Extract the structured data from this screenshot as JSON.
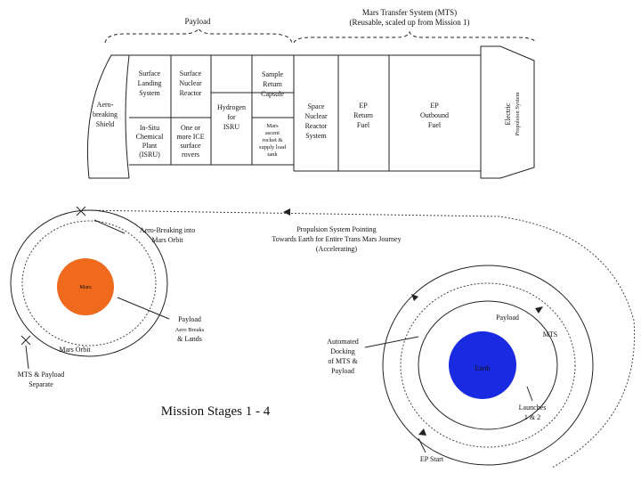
{
  "colors": {
    "mars": "#f06a1e",
    "earth": "#1a2ae0",
    "ink": "#111111"
  },
  "top": {
    "payload_label": "Payload",
    "mts_label_1": "Mars Transfer System (MTS)",
    "mts_label_2": "(Reusable, scaled up from Mission 1)",
    "modules": {
      "aeroshield": [
        "Aero-",
        "breaking",
        "Shield"
      ],
      "landing": [
        "Surface",
        "Landing",
        "System"
      ],
      "chem_plant": [
        "In-Situ",
        "Chemical",
        "Plant",
        "(ISRU)"
      ],
      "reactor": [
        "Surface",
        "Nuclear",
        "Reactor"
      ],
      "rovers": [
        "One or",
        "more ICE",
        "surface",
        "rovers"
      ],
      "hydrogen": [
        "Hydrogen",
        "for",
        "ISRU"
      ],
      "sample": [
        "Sample",
        "Return",
        "Capsule"
      ],
      "ascent": [
        "Mars",
        "ascent",
        "rocket &",
        "supply load",
        "tank"
      ],
      "space_reactor": [
        "Space",
        "Nuclear",
        "Reactor",
        "System"
      ],
      "ep_return": [
        "EP",
        "Return",
        "Fuel"
      ],
      "ep_outbound": [
        "EP",
        "Outbound",
        "Fuel"
      ],
      "eps": [
        "Electric",
        "Propulsion System"
      ]
    }
  },
  "bottom": {
    "aerobraking": [
      "Aero-Breaking into",
      "Mars Orbit"
    ],
    "propulsion": [
      "Propulsion System Pointing",
      "Towards Earth for Entire Trans Mars Journey",
      "(Accelerating)"
    ],
    "mars": "Mars",
    "payload_lands": [
      "Payload",
      "Aero Breaks",
      "& Lands"
    ],
    "mars_orbit": "Mars Orbit",
    "separate": [
      "MTS & Payload",
      "Separate"
    ],
    "stages_title": "Mission Stages 1 - 4",
    "earth": "Earth",
    "payload": "Payload",
    "mts": "MTS",
    "docking": [
      "Automated",
      "Docking",
      "of MTS &",
      "Payload"
    ],
    "launches": [
      "Launches",
      "1 & 2"
    ],
    "ep_start": "EP Start"
  }
}
